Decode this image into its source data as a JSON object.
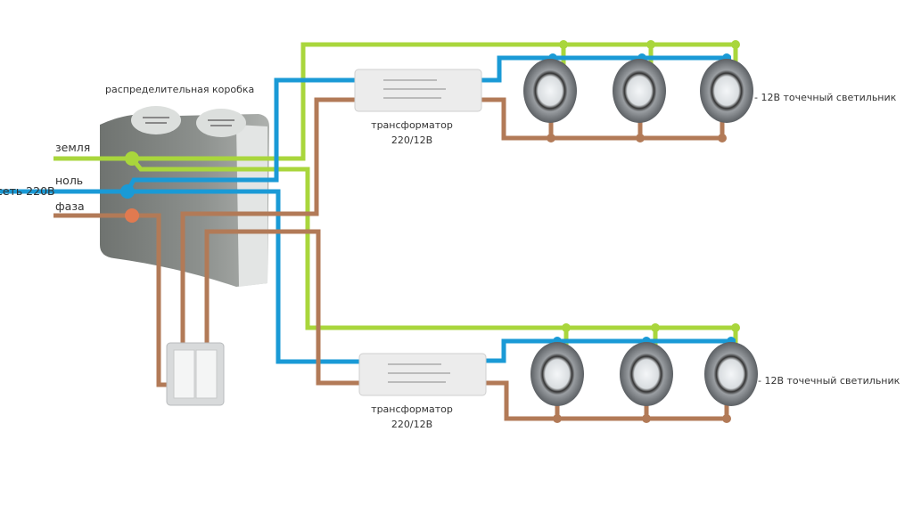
{
  "labels": {
    "junction_box": "распределительная коробка",
    "ground": "земля",
    "neutral": "ноль",
    "mains": "сеть 220В",
    "phase": "фаза",
    "transformer_top_1": "трансформатор",
    "transformer_top_2": "220/12В",
    "transformer_bottom_1": "трансформатор",
    "transformer_bottom_2": "220/12В",
    "lamp_top": "- 12В точечный светильник",
    "lamp_bottom": "- 12В точечный светильник"
  },
  "colors": {
    "ground_wire": "#a9d63c",
    "neutral_wire": "#1a9ad6",
    "phase_wire": "#b27a57",
    "phase_junction": "#e07a50"
  },
  "icons": [
    "junction-box-icon",
    "double-switch-icon",
    "transformer-icon",
    "spotlight-icon"
  ]
}
